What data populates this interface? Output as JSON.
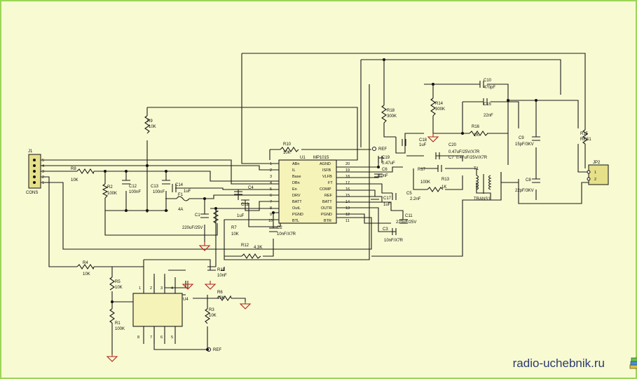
{
  "watermark": "radio-uchebnik.ru",
  "colors": {
    "background": "#f8fad2",
    "border": "#9bd657",
    "wire": "#1b1b1b",
    "ground": "#b0201a",
    "ic_fill": "#f5f3b8"
  },
  "icons": {
    "logo": "books-icon"
  },
  "components": {
    "j1": "J1",
    "cons": "CONS",
    "r8": "R8",
    "r8v": "10K",
    "r2": "R2",
    "r2v": "100K",
    "c12": "C12",
    "c12v": "100nF",
    "c13": "C13",
    "c13v": "100nF",
    "r9": "R9",
    "r9v": "10K",
    "c14": "C14",
    "c14v": "1uF",
    "f1": "F1",
    "f1v": "4A",
    "c1": "C1",
    "c1v": "220uF/25V",
    "c4": "C4",
    "c12b": "C12",
    "c12bv": "1uF",
    "r7": "R7",
    "r7v": "10K",
    "c2": "C2",
    "c2v": "10nF/X7R",
    "r12": "R12",
    "r12v": "4.3K",
    "r10": "R10",
    "r10v": "10K",
    "u1": "U1",
    "u1v": "MP1015",
    "c19": "C19",
    "c19v": "0.47uF",
    "c6": "C6",
    "c6v": "10nF",
    "c18": "C18",
    "c18v": "1uF",
    "c17": "C17",
    "c17v": "1uF",
    "c5": "C5",
    "c5v": "2.2nF",
    "c11": "C11",
    "c11v": "220uF/25V",
    "c3": "C3",
    "c3v": "10nF/X7R",
    "r18": "R18",
    "r18v": "300K",
    "r14": "R14",
    "r14v": "300K",
    "c10": "C10",
    "c10v": "470pF",
    "c15": "C15",
    "c15v": "22nF",
    "r16": "R16",
    "r16v": "1K",
    "c20": "C20",
    "c20v": "0.47uF/25V/X7R",
    "c7": "C7",
    "c7v": "0.47uF/25V/X7R",
    "r17": "R17",
    "r17v": "100K",
    "r13": "R13",
    "r13v": "1K",
    "t1": "T1",
    "t1v": "TRANS1",
    "c9": "C9",
    "c9v": "15pF/3KV",
    "c8": "C8",
    "c8v": "22pF/3KV",
    "r15": "R15",
    "r15v": "RES1",
    "jp2": "JP2",
    "r4": "R4",
    "r4v": "10K",
    "r5": "R5",
    "r5v": "10K",
    "r1": "R1",
    "r1v": "100K",
    "u4": "U4",
    "r11": "R11",
    "r11v": "10nF",
    "r6": "R6",
    "r6v": "10K",
    "r3": "R3",
    "r3v": "10K",
    "ref": "REF"
  },
  "u1_left_pins": [
    {
      "num": "1",
      "name": "ABn"
    },
    {
      "num": "2",
      "name": "IL"
    },
    {
      "num": "3",
      "name": "Base"
    },
    {
      "num": "4",
      "name": "DBn"
    },
    {
      "num": "5",
      "name": "En"
    },
    {
      "num": "6",
      "name": "DRV"
    },
    {
      "num": "7",
      "name": "BATT"
    },
    {
      "num": "8",
      "name": "OutL"
    },
    {
      "num": "9",
      "name": "PGND"
    },
    {
      "num": "10",
      "name": "BTL"
    }
  ],
  "u1_right_pins": [
    {
      "num": "20",
      "name": "AGND"
    },
    {
      "num": "19",
      "name": "ISFB"
    },
    {
      "num": "18",
      "name": "VLFB"
    },
    {
      "num": "17",
      "name": "FT"
    },
    {
      "num": "16",
      "name": "COMP"
    },
    {
      "num": "15",
      "name": "REF"
    },
    {
      "num": "14",
      "name": "BATT"
    },
    {
      "num": "13",
      "name": "OUTR"
    },
    {
      "num": "12",
      "name": "PGND"
    },
    {
      "num": "11",
      "name": "BTR"
    }
  ],
  "j1_pins": [
    "5",
    "4",
    "3",
    "2",
    "1"
  ],
  "jp2_pins": [
    "1",
    "2"
  ],
  "u4_top_pins": [
    "1",
    "2",
    "3",
    "4"
  ],
  "u4_bottom_pins": [
    "8",
    "7",
    "6",
    "5"
  ]
}
